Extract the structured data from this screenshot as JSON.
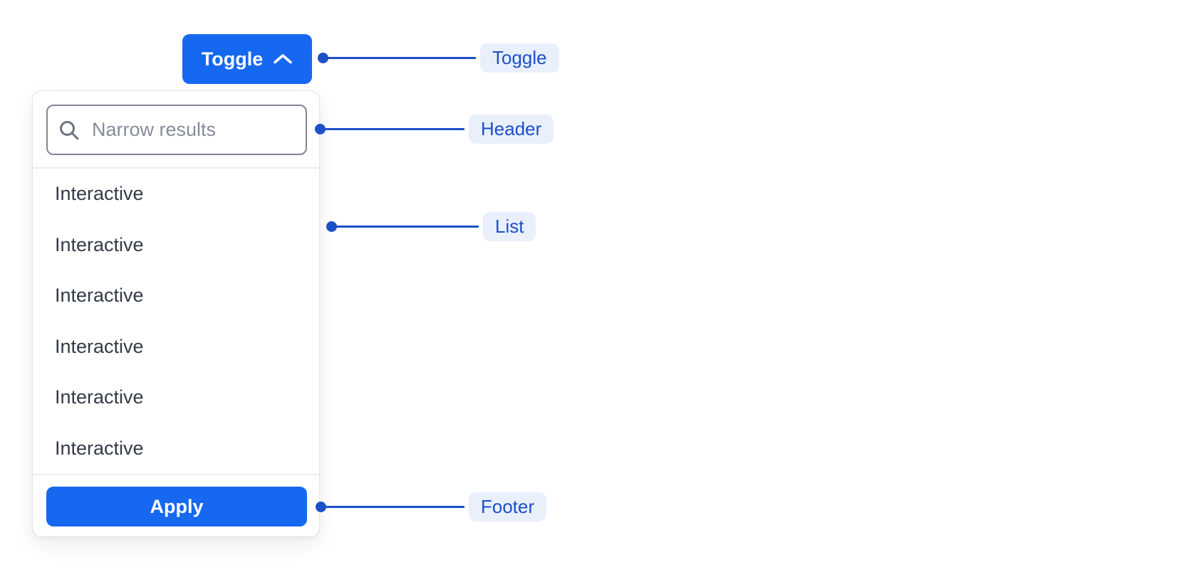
{
  "colors": {
    "primary_blue": "#1668F0",
    "annotation_blue": "#1D4FC9",
    "annotation_pill_bg": "#E9F0FC",
    "panel_border": "#E2E4E9",
    "divider": "#ECEDEF",
    "input_border": "#7E8594",
    "placeholder_gray": "#858C99",
    "item_text": "#343B47"
  },
  "toggle_button": {
    "label": "Toggle",
    "icon": "chevron-up-icon"
  },
  "dropdown": {
    "search": {
      "placeholder": "Narrow results",
      "icon": "search-icon"
    },
    "items": [
      "Interactive",
      "Interactive",
      "Interactive",
      "Interactive",
      "Interactive",
      "Interactive"
    ],
    "footer": {
      "apply_label": "Apply"
    }
  },
  "annotations": [
    {
      "label": "Toggle"
    },
    {
      "label": "Header"
    },
    {
      "label": "List"
    },
    {
      "label": "Footer"
    }
  ]
}
